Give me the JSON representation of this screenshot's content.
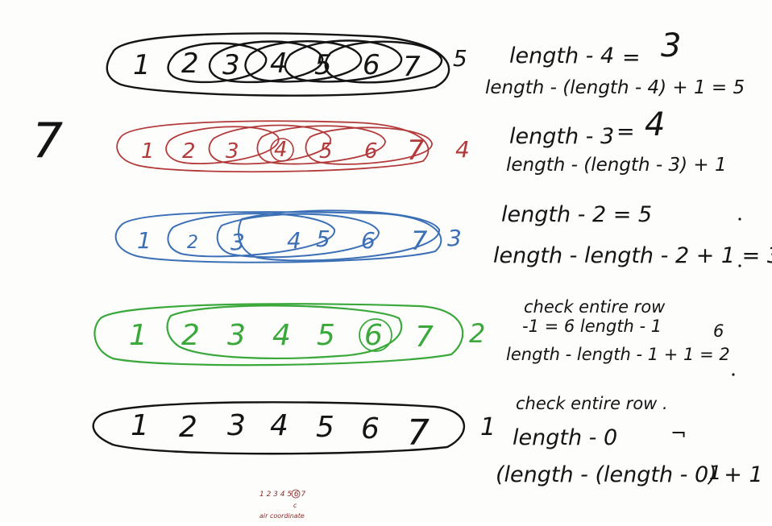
{
  "colors": {
    "ink_black": "#141414",
    "ink_red": "#b33a3a",
    "ink_blue": "#3b6fb6",
    "ink_green": "#3aa83a",
    "ink_maroon": "#8a2a2a"
  },
  "side_number": "7",
  "rows": [
    {
      "color": "black",
      "numbers": [
        "1",
        "2",
        "3",
        "4",
        "5",
        "6",
        "7"
      ],
      "count": "5",
      "window_count": 5,
      "formula_line1": "length - 4",
      "formula_eq": "=",
      "formula_result": "3",
      "formula_line2": "length - (length - 4) + 1 = 5"
    },
    {
      "color": "red",
      "numbers": [
        "1",
        "2",
        "3",
        "4",
        "5",
        "6",
        "7"
      ],
      "count": "4",
      "window_count": 4,
      "formula_line1": "length - 3",
      "formula_eq": "=",
      "formula_result": "4",
      "formula_line2": "length - (length - 3) + 1"
    },
    {
      "color": "blue",
      "numbers": [
        "1",
        "2",
        "3",
        "4",
        "5",
        "6",
        "7"
      ],
      "count": "3",
      "window_count": 3,
      "formula_line1": "length - 2 = 5",
      "formula_line2": "length - length - 2 + 1 = 3"
    },
    {
      "color": "green",
      "numbers": [
        "1",
        "2",
        "3",
        "4",
        "5",
        "6",
        "7"
      ],
      "count": "2",
      "window_count": 2,
      "formula_line1": "check entire row",
      "formula_line2": "-1 = 6   length - 1",
      "formula_side": "6",
      "formula_line3": "length - length - 1 + 1 = 2"
    },
    {
      "color": "black",
      "numbers": [
        "1",
        "2",
        "3",
        "4",
        "5",
        "6",
        "7"
      ],
      "count": "1",
      "window_count": 1,
      "formula_line1": "check entire row .",
      "formula_line2": "length - 0",
      "formula_arrow": "¬",
      "formula_line3": "(length - (length - 0) + 1",
      "formula_side": "1"
    }
  ],
  "bottom_note": {
    "numbers": "1 2 3 4 5 6 7",
    "marker": "c",
    "caption": "air coordinate"
  }
}
